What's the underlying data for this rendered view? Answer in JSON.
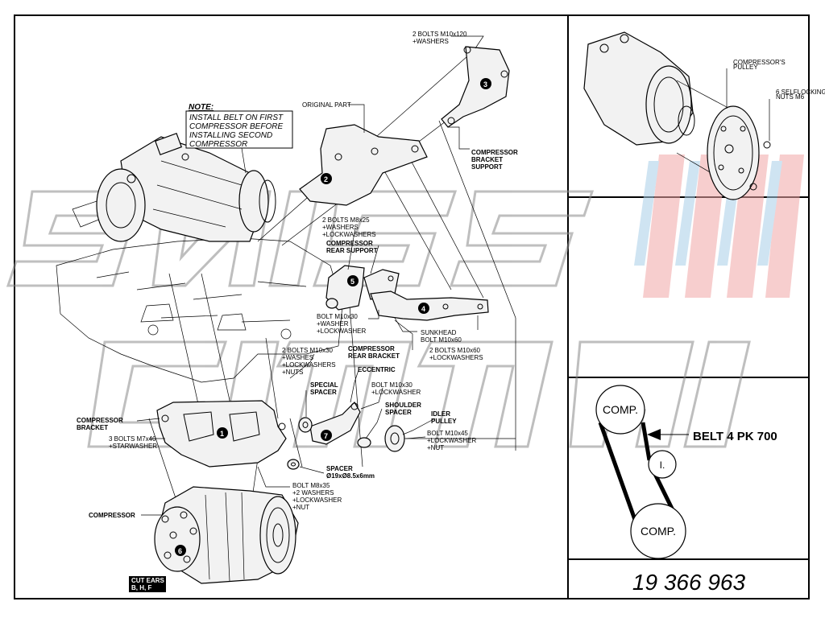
{
  "note": {
    "heading": "NOTE:",
    "lines": [
      "INSTALL BELT ON FIRST",
      "COMPRESSOR BEFORE",
      "INSTALLING SECOND",
      "COMPRESSOR"
    ]
  },
  "labels": {
    "bolts_m10x120": [
      "2 BOLTS M10x120",
      "+WASHERS"
    ],
    "original_part": "ORIGINAL PART",
    "bracket_support": [
      "COMPRESSOR",
      "BRACKET",
      "SUPPORT"
    ],
    "bolts_m8x25": [
      "2 BOLTS M8x25",
      "+WASHERS",
      "+LOCKWASHERS"
    ],
    "rear_support": [
      "COMPRESSOR",
      "REAR SUPPORT"
    ],
    "bolt_m10x30_washer": [
      "BOLT M10x30",
      "+WASHER",
      "+LOCKWASHER"
    ],
    "sunkhead": [
      "SUNKHEAD",
      "BOLT M10x60"
    ],
    "bolts_m10x60": [
      "2 BOLTS M10x60",
      "+LOCKWASHERS"
    ],
    "rear_bracket": [
      "COMPRESSOR",
      "REAR BRACKET"
    ],
    "bolts_m10x30_nuts": [
      "2 BOLTS M10x30",
      "+WASHES",
      "+LOCKWASHERS",
      "+NUTS"
    ],
    "eccentric": "ECCENTRIC",
    "special_spacer": [
      "SPECIAL",
      "SPACER"
    ],
    "bolt_m10x30_lock": [
      "BOLT M10x30",
      "+LOCKWASHER"
    ],
    "shoulder_spacer": [
      "SHOULDER",
      "SPACER"
    ],
    "idler_pulley": [
      "IDLER",
      "PULLEY"
    ],
    "bolt_m10x45": [
      "BOLT M10x45",
      "+LOCKWASHER",
      "+NUT"
    ],
    "compressor_bracket": [
      "COMPRESSOR",
      "BRACKET"
    ],
    "bolts_m7x40": [
      "3 BOLTS M7x40",
      "+STARWASHER"
    ],
    "spacer": [
      "SPACER",
      "Ø19xØ8.5x6mm"
    ],
    "bolt_m8x35": [
      "BOLT M8x35",
      "+2 WASHERS",
      "+LOCKWASHER",
      "+NUT"
    ],
    "compressor": "COMPRESSOR",
    "cut_ears": [
      "CUT EARS",
      "B, H, F"
    ]
  },
  "callouts": [
    "1",
    "2",
    "3",
    "4",
    "5",
    "6",
    "7"
  ],
  "detail": {
    "pulley_label": [
      "COMPRESSOR'S",
      "PULLEY"
    ],
    "nuts_label": [
      "6 SELFLOCKING",
      "NUTS M6"
    ]
  },
  "belt": {
    "top_pulley": "COMP.",
    "bottom_pulley": "COMP.",
    "idler": "I.",
    "label": "BELT 4 PK 700"
  },
  "part_number": "19 366 963",
  "watermark": {
    "colors": {
      "red": "#f2a7a7",
      "blue": "#a9cfe8",
      "gray": "#8a8a8a"
    }
  }
}
